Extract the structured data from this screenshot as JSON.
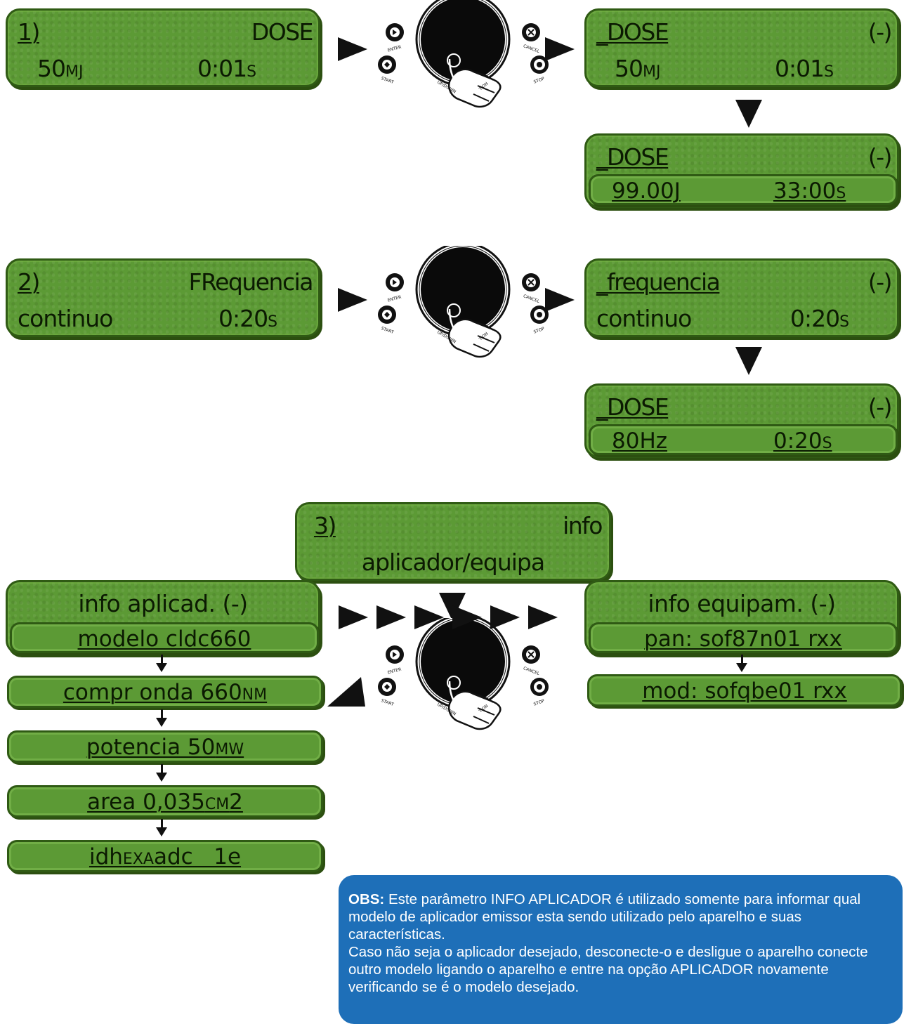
{
  "step1": {
    "main": {
      "num": "1)",
      "title": "DOSE",
      "v1": "50",
      "u1": "MJ",
      "v2": "0:01",
      "u2": "S"
    },
    "edit": {
      "title": "_DOSE",
      "sign": "(-)",
      "v1": "50",
      "u1": "MJ",
      "v2": "0:01",
      "u2": "S"
    },
    "max": {
      "title": "_DOSE",
      "sign": "(-)",
      "v1": "99.00J",
      "v2": "33:00",
      "u2": "S"
    }
  },
  "step2": {
    "main": {
      "num": "2)",
      "title": "FRequencia",
      "v1": "continuo",
      "v2": "0:20",
      "u2": "S"
    },
    "edit": {
      "title": "_frequencia",
      "sign": "(-)",
      "v1": "continuo",
      "v2": "0:20",
      "u2": "S"
    },
    "result": {
      "title": "_DOSE",
      "sign": "(-)",
      "v1": "80Hz",
      "v2": "0:20",
      "u2": "S"
    }
  },
  "step3": {
    "main": {
      "num": "3)",
      "title": "info",
      "line2": "aplicador/equipa"
    },
    "aplicador": {
      "header": "info aplicad. (-)",
      "items": [
        {
          "text": "modelo cldc660"
        },
        {
          "text": "compr onda 660",
          "unit": "NM"
        },
        {
          "text": "potencia 50",
          "unit": "MW"
        },
        {
          "text": "area 0,035",
          "unit": "CM",
          "tail": "2"
        },
        {
          "text": "idh",
          "unit": "EXA",
          "tail": "adc   1e"
        }
      ]
    },
    "equipamento": {
      "header": "info equipam. (-)",
      "items": [
        {
          "text": "pan: sof87n01 rxx"
        },
        {
          "text": "mod: sofqbe01 rxx"
        }
      ]
    }
  },
  "controls": {
    "enter": "ENTER",
    "start": "START",
    "cancel": "CANCEL",
    "stop": "STOP",
    "knob": "UP/DOWN SELECTION"
  },
  "obs": {
    "label": "OBS:",
    "text": " Este parâmetro INFO APLICADOR é utilizado somente para informar qual modelo de aplicador emissor esta sendo utilizado pelo aparelho e suas características.",
    "text2": "Caso não seja o aplicador desejado, desconecte-o e desligue o aparelho conecte outro modelo ligando o aparelho e entre na opção APLICADOR novamente verificando se é o modelo desejado."
  }
}
